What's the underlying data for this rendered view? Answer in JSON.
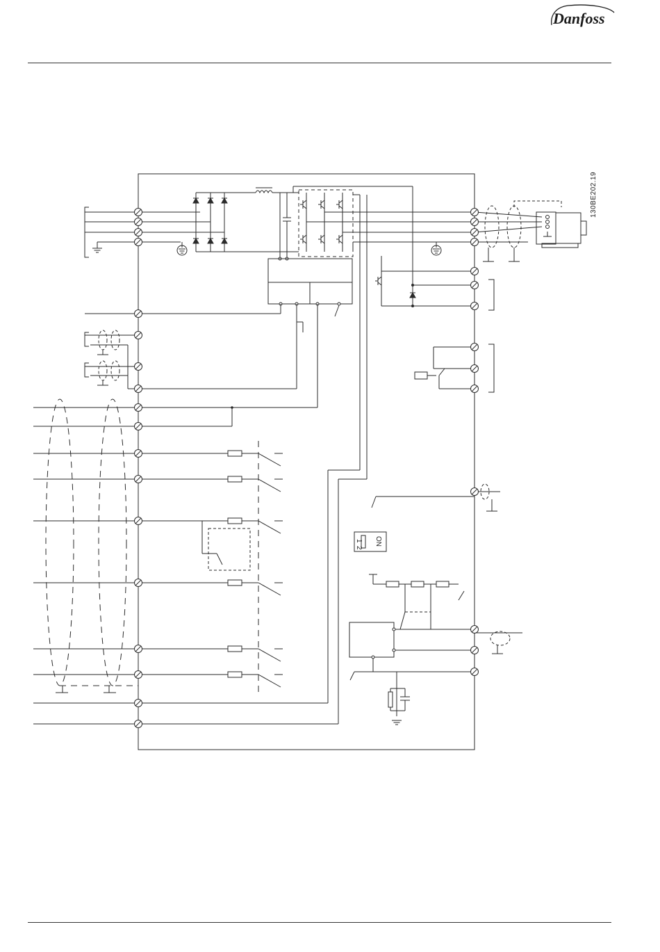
{
  "header": {
    "brand": "Danfoss",
    "brand_icon": "danfoss-logo-icon"
  },
  "diagram": {
    "reference_code": "130BE202.19",
    "dip_switch": {
      "positions": [
        "1",
        "2"
      ],
      "state_label": "ON"
    }
  }
}
